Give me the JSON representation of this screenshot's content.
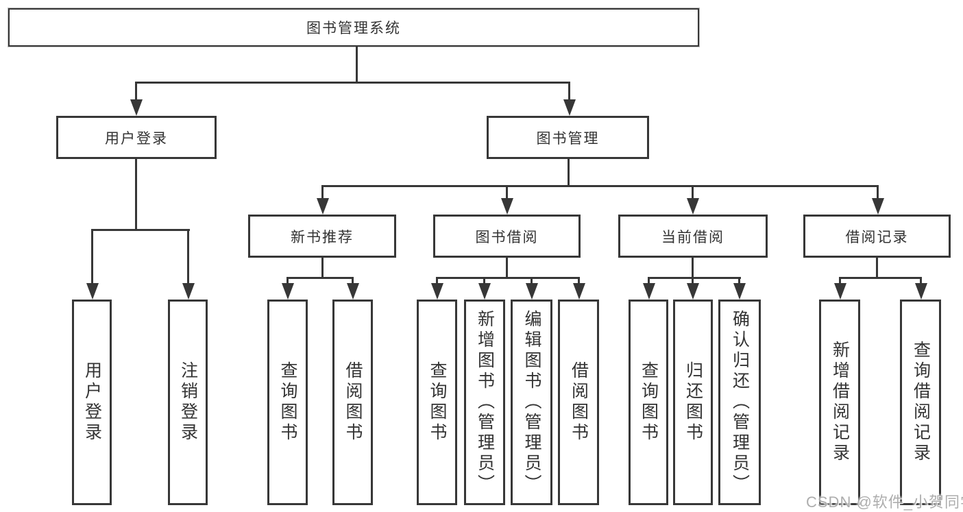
{
  "colors": {
    "line": "#373737",
    "box_border": "#373737",
    "text": "#333333",
    "watermark": "#a9a9a9"
  },
  "tree": {
    "root": "图书管理系统",
    "children": [
      {
        "label": "用户登录",
        "children": [
          {
            "label": "用户登录"
          },
          {
            "label": "注销登录"
          }
        ]
      },
      {
        "label": "图书管理",
        "children": [
          {
            "label": "新书推荐",
            "children": [
              {
                "label": "查询图书"
              },
              {
                "label": "借阅图书"
              }
            ]
          },
          {
            "label": "图书借阅",
            "children": [
              {
                "label": "查询图书"
              },
              {
                "label": "新增图书（管理员）"
              },
              {
                "label": "编辑图书（管理员）"
              },
              {
                "label": "借阅图书"
              }
            ]
          },
          {
            "label": "当前借阅",
            "children": [
              {
                "label": "查询图书"
              },
              {
                "label": "归还图书"
              },
              {
                "label": "确认归还（管理员）"
              }
            ]
          },
          {
            "label": "借阅记录",
            "children": [
              {
                "label": "新增借阅记录"
              },
              {
                "label": "查询借阅记录"
              }
            ]
          }
        ]
      }
    ]
  },
  "watermark": {
    "text": "CSDN @软件_小贺同学"
  }
}
